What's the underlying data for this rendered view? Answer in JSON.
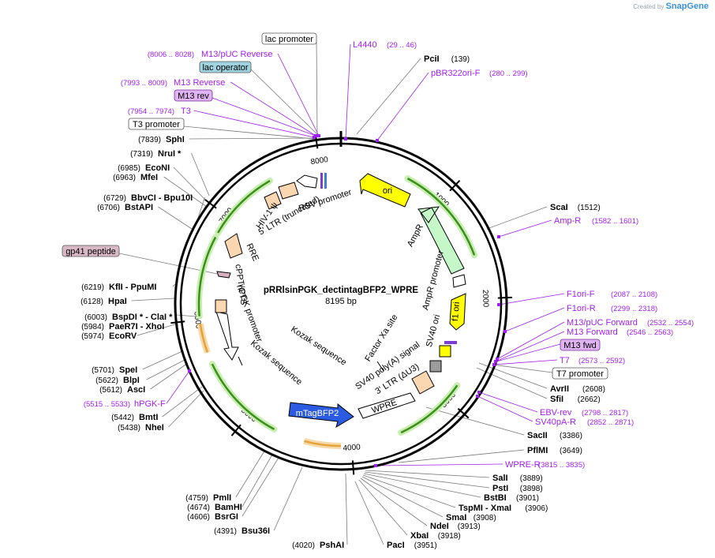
{
  "brand": {
    "created_by": "Created by",
    "app": "SnapGene"
  },
  "plasmid": {
    "name": "pRRlsinPGK_dectintagBFP2_WPRE",
    "length_label": "8195 bp",
    "length": 8195
  },
  "ticks": [
    "1000",
    "2000",
    "3000",
    "4000",
    "5000",
    "6000",
    "7000",
    "8000"
  ],
  "sites_right": [
    {
      "name": "PciI",
      "pos": "(139)"
    },
    {
      "name": "ScaI",
      "pos": "(1512)"
    },
    {
      "name": "AvrII",
      "pos": "(2608)"
    },
    {
      "name": "SfiI",
      "pos": "(2662)"
    },
    {
      "name": "SacII",
      "pos": "(3386)"
    },
    {
      "name": "PflMI",
      "pos": "(3649)"
    },
    {
      "name": "SalI",
      "pos": "(3889)"
    },
    {
      "name": "PstI",
      "pos": "(3898)"
    },
    {
      "name": "BstBI",
      "pos": "(3901)"
    },
    {
      "name": "TspMI - XmaI",
      "pos": "(3906)"
    },
    {
      "name": "SmaI",
      "pos": "(3908)"
    },
    {
      "name": "NdeI",
      "pos": "(3913)"
    },
    {
      "name": "XbaI",
      "pos": "(3918)"
    },
    {
      "name": "PacI",
      "pos": "(3951)"
    }
  ],
  "sites_left": [
    {
      "name": "SphI",
      "pos": "(7839)"
    },
    {
      "name": "NruI *",
      "pos": "(7319)"
    },
    {
      "name": "EcoNI",
      "pos": "(6985)"
    },
    {
      "name": "MfeI",
      "pos": "(6963)"
    },
    {
      "name": "BbvCI - Bpu10I",
      "pos": "(6729)"
    },
    {
      "name": "BstAPI",
      "pos": "(6706)"
    },
    {
      "name": "KflI - PpuMI",
      "pos": "(6219)"
    },
    {
      "name": "HpaI",
      "pos": "(6128)"
    },
    {
      "name": "BspDI * - ClaI *",
      "pos": "(6003)"
    },
    {
      "name": "PaeR7I - XhoI",
      "pos": "(5984)"
    },
    {
      "name": "EcoRV",
      "pos": "(5974)"
    },
    {
      "name": "SpeI",
      "pos": "(5701)"
    },
    {
      "name": "BlpI",
      "pos": "(5622)"
    },
    {
      "name": "AscI",
      "pos": "(5612)"
    },
    {
      "name": "BmtI",
      "pos": "(5442)"
    },
    {
      "name": "NheI",
      "pos": "(5438)"
    }
  ],
  "sites_bottom": [
    {
      "name": "PshAI",
      "pos": "(4020)"
    },
    {
      "name": "Bsu36I",
      "pos": "(4391)"
    },
    {
      "name": "BsrGI",
      "pos": "(4606)"
    },
    {
      "name": "BamHI",
      "pos": "(4674)"
    },
    {
      "name": "PmlI",
      "pos": "(4759)"
    }
  ],
  "primers": [
    {
      "name": "L4440",
      "pos": "(29 .. 46)"
    },
    {
      "name": "pBR322ori-F",
      "pos": "(280 .. 299)"
    },
    {
      "name": "Amp-R",
      "pos": "(1582 .. 1601)"
    },
    {
      "name": "F1ori-F",
      "pos": "(2087 .. 2108)"
    },
    {
      "name": "F1ori-R",
      "pos": "(2299 .. 2318)"
    },
    {
      "name": "M13/pUC Forward",
      "pos": "(2532 .. 2554)"
    },
    {
      "name": "M13 Forward",
      "pos": "(2546 .. 2563)"
    },
    {
      "name": "T7",
      "pos": "(2573 .. 2592)"
    },
    {
      "name": "EBV-rev",
      "pos": "(2798 .. 2817)"
    },
    {
      "name": "SV40pA-R",
      "pos": "(2852 .. 2871)"
    },
    {
      "name": "WPRE-R",
      "pos": "(3815 .. 3835)"
    },
    {
      "name": "hPGK-F",
      "pos": "(5515 .. 5533)"
    },
    {
      "name": "M13/pUC Reverse",
      "pos": "(8006 .. 8028)"
    },
    {
      "name": "M13 Reverse",
      "pos": "(7993 .. 8009)"
    },
    {
      "name": "T3",
      "pos": "(7954 .. 7974)"
    }
  ],
  "boxed_labels": {
    "lac_promoter": "lac promoter",
    "lac_operator": "lac operator",
    "m13_rev": "M13 rev",
    "t3_promoter": "T3 promoter",
    "gp41": "gp41 peptide",
    "m13_fwd": "M13 fwd",
    "t7_promoter": "T7 promoter"
  },
  "features": {
    "ori": "ori",
    "ampr": "AmpR",
    "ampr_promoter": "AmpR promoter",
    "f1_ori": "f1 ori",
    "sv40_ori": "SV40 ori",
    "sv40_polya": "SV40 poly(A) signal",
    "ltr3": "3' LTR (ΔU3)",
    "factor_xa": "Factor Xa site",
    "wpre": "WPRE",
    "mtagbfp2": "mTagBFP2",
    "kozak1": "Kozak sequence",
    "kozak2": "Kozak sequence",
    "hpgk": "hPGK promoter",
    "cppt": "cPPT/CTS",
    "rre": "RRE",
    "hiv": "HIV-1 ψ",
    "ltr5": "5' LTR (truncated)",
    "rsv": "RSV promoter"
  },
  "colors": {
    "primer": "#a020f0",
    "orf_green": "#3c8f1f",
    "orf_halo": "#c8efb0",
    "orange": "#e8a23a",
    "ori_yellow": "#ffff00",
    "ampr_fill": "#c6f7c9",
    "bfp_fill": "#2a5be0",
    "peach": "#fbd7b1",
    "gp41_fill": "#d7b0c0",
    "lac_op_fill": "#9fd3df",
    "m13_fill": "#e0b4f2"
  }
}
